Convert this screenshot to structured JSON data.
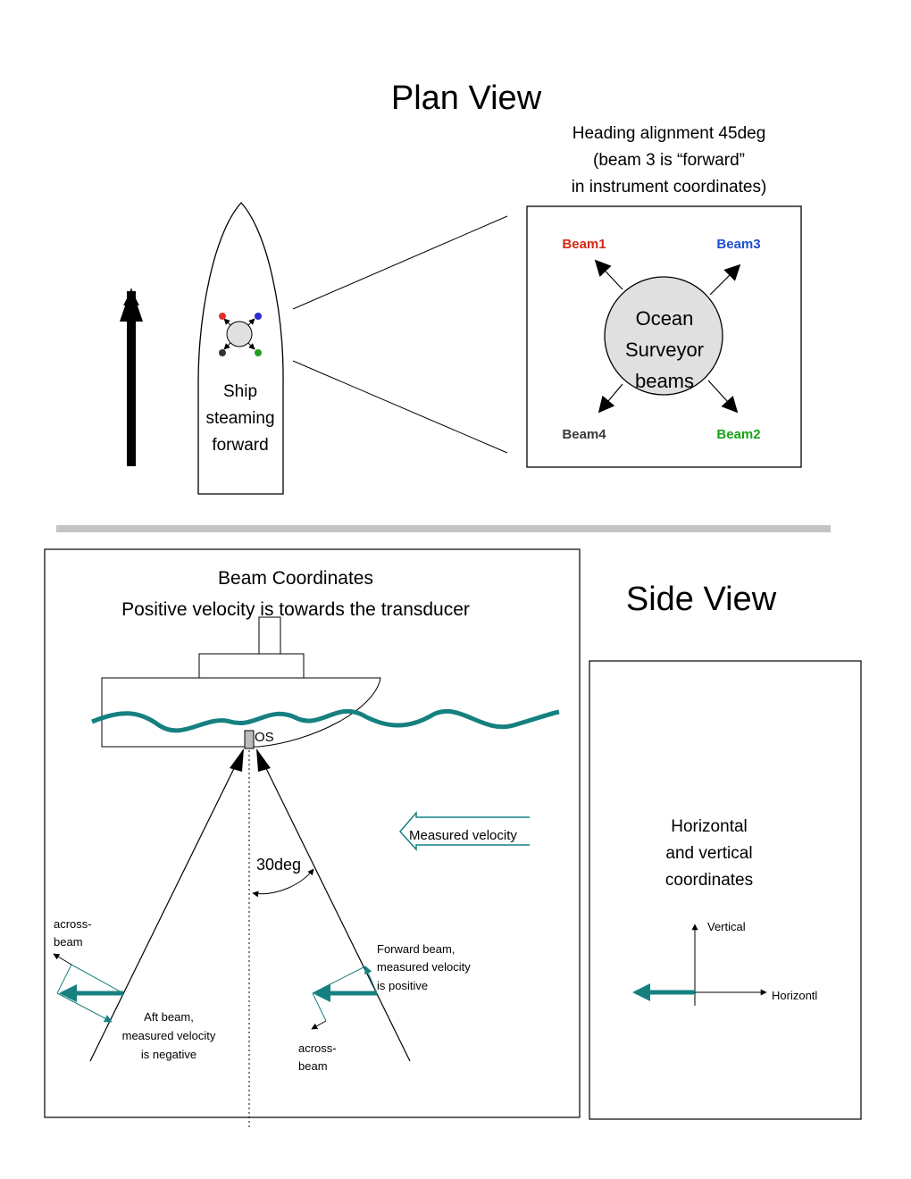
{
  "plan_view": {
    "title": "Plan View",
    "heading_lines": [
      "Heading alignment  45deg",
      "(beam 3 is “forward”",
      "in instrument coordinates)"
    ],
    "ship_label_lines": [
      "Ship",
      "steaming",
      "forward"
    ],
    "instrument_label_lines": [
      "Ocean",
      "Surveyor",
      "beams"
    ],
    "beams": [
      {
        "label": "Beam1",
        "color": "#d42a12"
      },
      {
        "label": "Beam3",
        "color": "#1f4fd1"
      },
      {
        "label": "Beam4",
        "color": "#3a3a3a"
      },
      {
        "label": "Beam2",
        "color": "#17a317"
      }
    ],
    "ship_marker_colors": {
      "beam1": "#e03030",
      "beam3": "#2a2ad0",
      "beam4": "#333333",
      "beam2": "#20a020"
    }
  },
  "beam_coordinates": {
    "title_lines": [
      "Beam Coordinates",
      "Positive velocity is towards the transducer"
    ],
    "transducer_label": "OS",
    "measured_velocity_label": "Measured velocity",
    "angle_label": "30deg",
    "across_beam_left_lines": [
      "across-",
      "beam"
    ],
    "across_beam_right_lines": [
      "across-",
      "beam"
    ],
    "aft_beam_lines": [
      "Aft beam,",
      "measured velocity",
      "is negative"
    ],
    "forward_beam_lines": [
      "Forward beam,",
      "measured velocity",
      "is positive"
    ],
    "accent_color": "#168080"
  },
  "side_view": {
    "title": "Side View",
    "box_lines": [
      "Horizontal",
      "and vertical",
      "coordinates"
    ],
    "vertical_label": "Vertical",
    "horizontal_label": "Horizontl"
  }
}
